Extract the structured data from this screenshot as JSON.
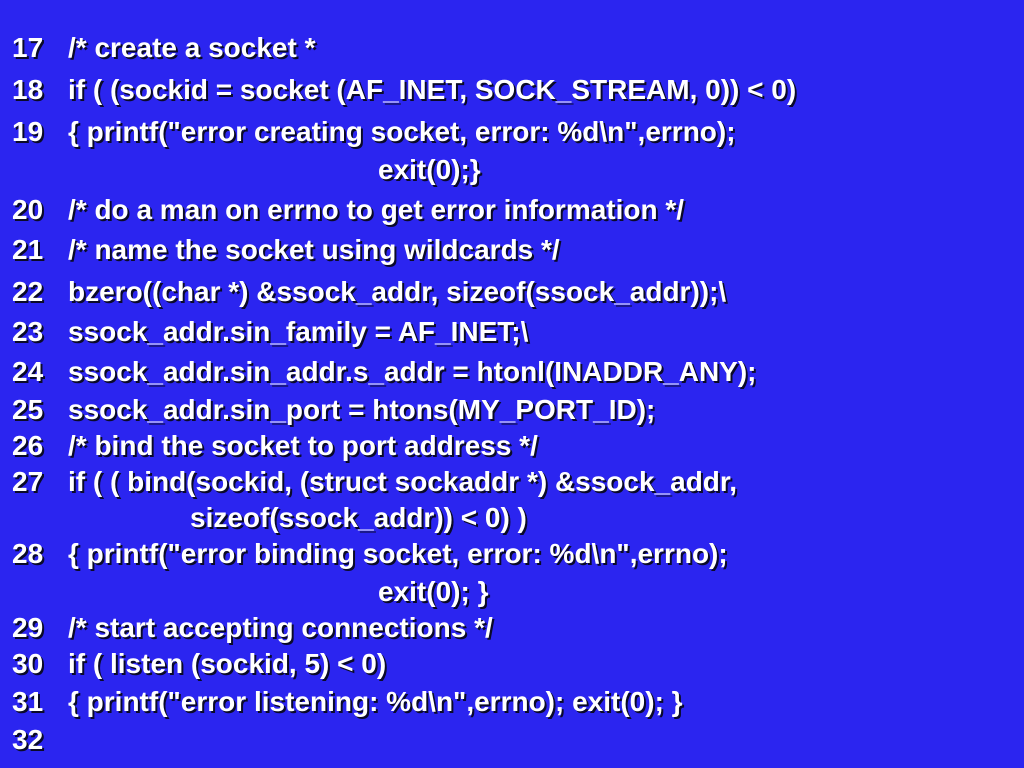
{
  "colors": {
    "background": "#2b25f0",
    "text": "#ffffff",
    "shadow": "#0a0a28"
  },
  "lines": [
    {
      "num": "17",
      "text": "/* create a socket *"
    },
    {
      "num": "18",
      "text": "if ( (sockid = socket (AF_INET, SOCK_STREAM, 0)) < 0)"
    },
    {
      "num": "19",
      "text": "{ printf(\"error creating socket, error: %d\\n\",errno);"
    },
    {
      "num": "",
      "text": "exit(0);}"
    },
    {
      "num": "20",
      "text": "/* do a man on errno to get error information */"
    },
    {
      "num": "21",
      "text": "/* name the socket using wildcards */"
    },
    {
      "num": "22",
      "text": "bzero((char *) &ssock_addr, sizeof(ssock_addr));\\"
    },
    {
      "num": "23",
      "text": "ssock_addr.sin_family = AF_INET;\\"
    },
    {
      "num": "24",
      "text": "ssock_addr.sin_addr.s_addr = htonl(INADDR_ANY);"
    },
    {
      "num": "25",
      "text": "ssock_addr.sin_port = htons(MY_PORT_ID);"
    },
    {
      "num": "26",
      "text": "/* bind the socket to port address */"
    },
    {
      "num": "27",
      "text": "if ( ( bind(sockid, (struct sockaddr *) &ssock_addr,"
    },
    {
      "num": "",
      "text": "sizeof(ssock_addr)) < 0) )"
    },
    {
      "num": "28",
      "text": "{ printf(\"error binding socket, error: %d\\n\",errno);"
    },
    {
      "num": "",
      "text": "exit(0); }"
    },
    {
      "num": "29",
      "text": "/* start accepting connections */"
    },
    {
      "num": "30",
      "text": "if ( listen (sockid, 5) < 0)"
    },
    {
      "num": "31",
      "text": "{ printf(\"error listening: %d\\n\",errno); exit(0); }"
    },
    {
      "num": "32",
      "text": ""
    }
  ]
}
